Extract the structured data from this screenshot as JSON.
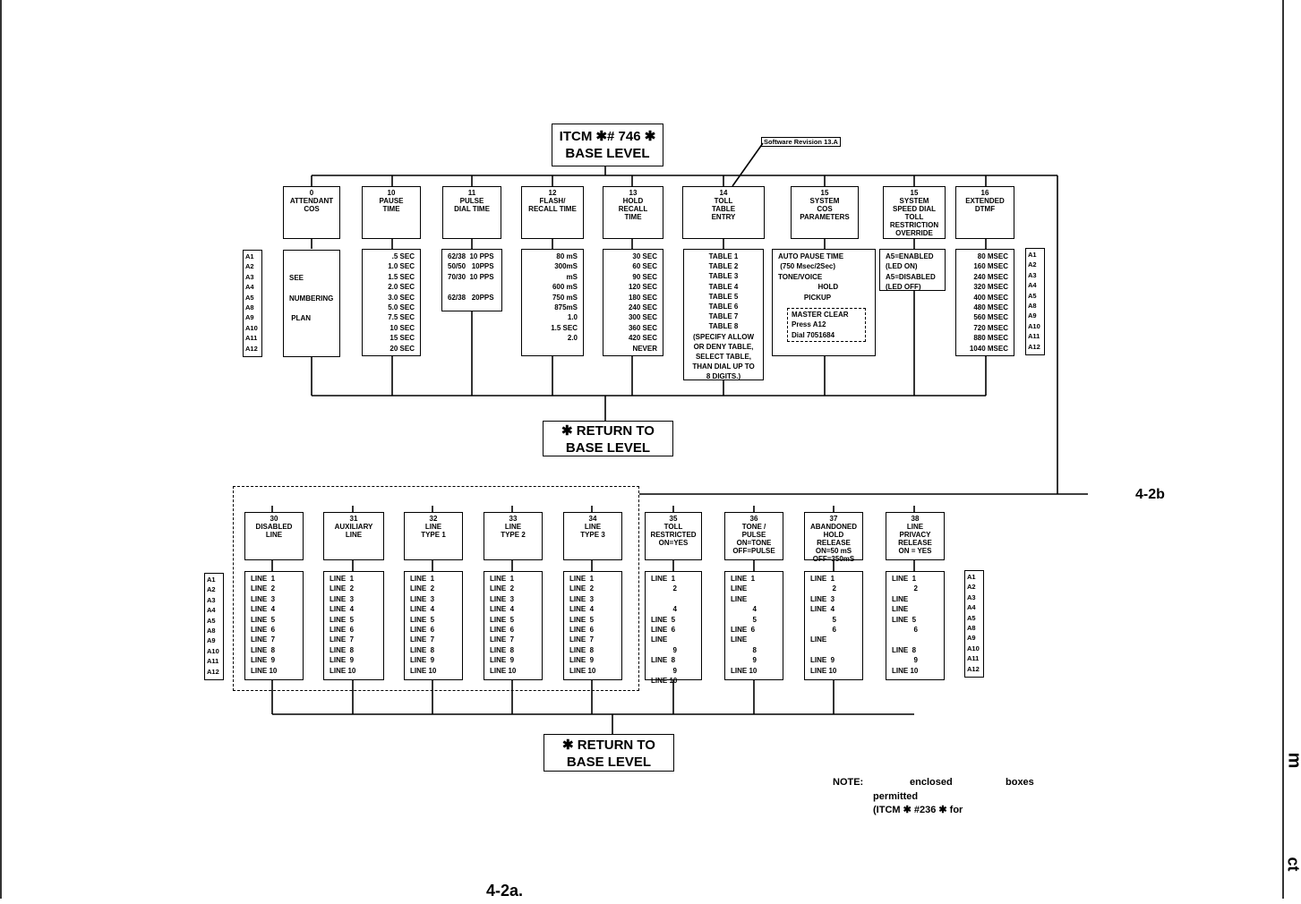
{
  "root": {
    "line1": "ITCM ✱# 746 ✱",
    "line2": "BASE LEVEL"
  },
  "software_revision": "Software Revision 13.A",
  "return_top": {
    "line1": "✱ RETURN TO",
    "line2": "BASE LEVEL"
  },
  "return_bottom": {
    "line1": "✱ RETURN TO",
    "line2": "BASE LEVEL"
  },
  "continuation_label": "4-2b",
  "figure_label": "4-2a.",
  "margin_glyph_1": "m",
  "margin_glyph_2": "ct",
  "a_list": [
    "A1",
    "A2",
    "A3",
    "A4",
    "A5",
    "A8",
    "A9",
    "A10",
    "A11",
    "A12"
  ],
  "a_list_right_top": [
    "A1",
    "A2",
    "A3",
    "A4",
    "A5",
    "A8",
    "A9",
    "A10",
    "A11",
    "A12"
  ],
  "top_boxes": [
    {
      "num": "0",
      "title": "ATTENDANT\nCOS",
      "options": "\n\nSEE\n\nNUMBERING\n\n PLAN"
    },
    {
      "num": "10",
      "title": "PAUSE\nTIME",
      "options": ".5 SEC\n1.0 SEC\n1.5 SEC\n2.0 SEC\n3.0 SEC\n5.0 SEC\n7.5 SEC\n10 SEC\n15 SEC\n20 SEC"
    },
    {
      "num": "11",
      "title": "PULSE\nDIAL TIME",
      "options": "62/38  10 PPS\n50/50   10PPS\n70/30  10 PPS\n\n62/38   20PPS"
    },
    {
      "num": "12",
      "title": "FLASH/\nRECALL TIME",
      "options": "80 mS\n300mS\nmS\n600 mS\n750 mS\n875mS\n1.0\n1.5 SEC\n2.0"
    },
    {
      "num": "13",
      "title": "HOLD\nRECALL\nTIME",
      "options": "30 SEC\n60 SEC\n90 SEC\n120 SEC\n180 SEC\n240 SEC\n300 SEC\n360 SEC\n420 SEC\nNEVER"
    },
    {
      "num": "14",
      "title": "TOLL\nTABLE\nENTRY",
      "options": "TABLE 1\nTABLE 2\nTABLE 3\nTABLE 4\nTABLE 5\nTABLE 6\nTABLE 7\nTABLE 8\n(SPECIFY ALLOW\nOR DENY TABLE,\nSELECT TABLE,\nTHAN DIAL UP TO\n8 DIGITS.)"
    },
    {
      "num": "15",
      "title": "SYSTEM\nCOS\nPARAMETERS",
      "options": "AUTO PAUSE TIME\n (750 Msec/2Sec)\nTONE/VOICE\n                    HOLD\n             PICKUP",
      "clear": "MASTER CLEAR\nPress A12\nDial 7051684"
    },
    {
      "num": "15",
      "title": "SYSTEM\nSPEED DIAL\nTOLL\nRESTRICTION\nOVERRIDE",
      "options": "A5=ENABLED\n(LED ON)\nA5=DISABLED\n(LED OFF)"
    },
    {
      "num": "16",
      "title": "EXTENDED\nDTMF",
      "options": "80 MSEC\n160 MSEC\n240 MSEC\n320 MSEC\n400 MSEC\n480 MSEC\n560 MSEC\n720 MSEC\n880 MSEC\n1040 MSEC"
    }
  ],
  "bottom_boxes": [
    {
      "num": "30",
      "title": "DISABLED\nLINE",
      "options": "LINE  1\nLINE  2\nLINE  3\nLINE  4\nLINE  5\nLINE  6\nLINE  7\nLINE  8\nLINE  9\nLINE 10"
    },
    {
      "num": "31",
      "title": "AUXILIARY\nLINE",
      "options": "LINE  1\nLINE  2\nLINE  3\nLINE  4\nLINE  5\nLINE  6\nLINE  7\nLINE  8\nLINE  9\nLINE 10"
    },
    {
      "num": "32",
      "title": "LINE\nTYPE 1",
      "options": "LINE  1\nLINE  2\nLINE  3\nLINE  4\nLINE  5\nLINE  6\nLINE  7\nLINE  8\nLINE  9\nLINE 10"
    },
    {
      "num": "33",
      "title": "LINE\nTYPE 2",
      "options": "LINE  1\nLINE  2\nLINE  3\nLINE  4\nLINE  5\nLINE  6\nLINE  7\nLINE  8\nLINE  9\nLINE 10"
    },
    {
      "num": "34",
      "title": "LINE\nTYPE 3",
      "options": "LINE  1\nLINE  2\nLINE  3\nLINE  4\nLINE  5\nLINE  6\nLINE  7\nLINE  8\nLINE  9\nLINE 10"
    },
    {
      "num": "35",
      "title": "TOLL\nRESTRICTED\nON=YES",
      "options": "LINE  1\n           2\n\n           4\nLINE  5\nLINE  6\nLINE\n           9\nLINE  8\n           9\nLINE 10"
    },
    {
      "num": "36",
      "title": "TONE /\nPULSE\nON=TONE\nOFF=PULSE",
      "options": "LINE  1\nLINE\nLINE\n           4\n           5\nLINE  6\nLINE\n           8\n           9\nLINE 10"
    },
    {
      "num": "37",
      "title": "ABANDONED\nHOLD\nRELEASE\nON=50 mS\nOFF=350mS",
      "options": "LINE  1\n           2\nLINE  3\nLINE  4\n           5\n           6\nLINE\n\nLINE  9\nLINE 10"
    },
    {
      "num": "38",
      "title": "LINE\nPRIVACY\nRELEASE\nON = YES",
      "options": "LINE  1\n           2\nLINE\nLINE\nLINE  5\n           6\n\nLINE  8\n           9\nLINE 10"
    }
  ],
  "note": {
    "label": "NOTE:",
    "w1": "enclosed",
    "w2": "boxes",
    "w3": "permitted",
    "w4": "(ITCM ✱ #236 ✱ for"
  }
}
